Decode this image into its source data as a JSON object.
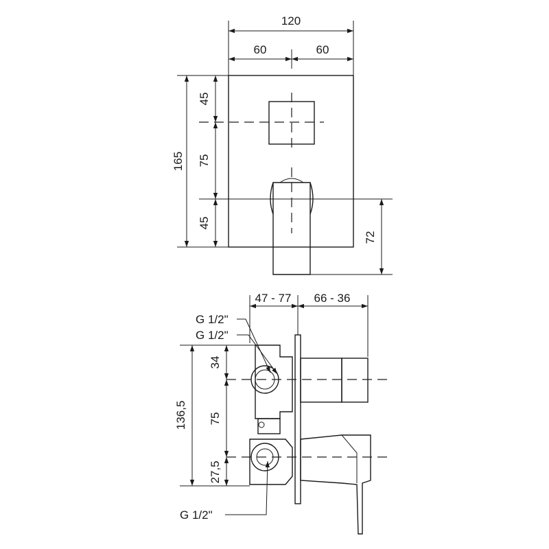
{
  "front_view": {
    "total_width": "120",
    "half_left": "60",
    "half_right": "60",
    "total_height": "165",
    "top_offset": "45",
    "center_spacing": "75",
    "bottom_offset": "45",
    "lever_axis_height": "72"
  },
  "side_view": {
    "body_depth": "47 - 77",
    "handle_projection": "66 - 36",
    "thread_label_1": "G 1/2\"",
    "thread_label_2": "G 1/2\"",
    "thread_label_3": "G 1/2\"",
    "total_height": "136,5",
    "top_offset": "34",
    "center_spacing": "75",
    "bottom_offset": "27,5"
  }
}
